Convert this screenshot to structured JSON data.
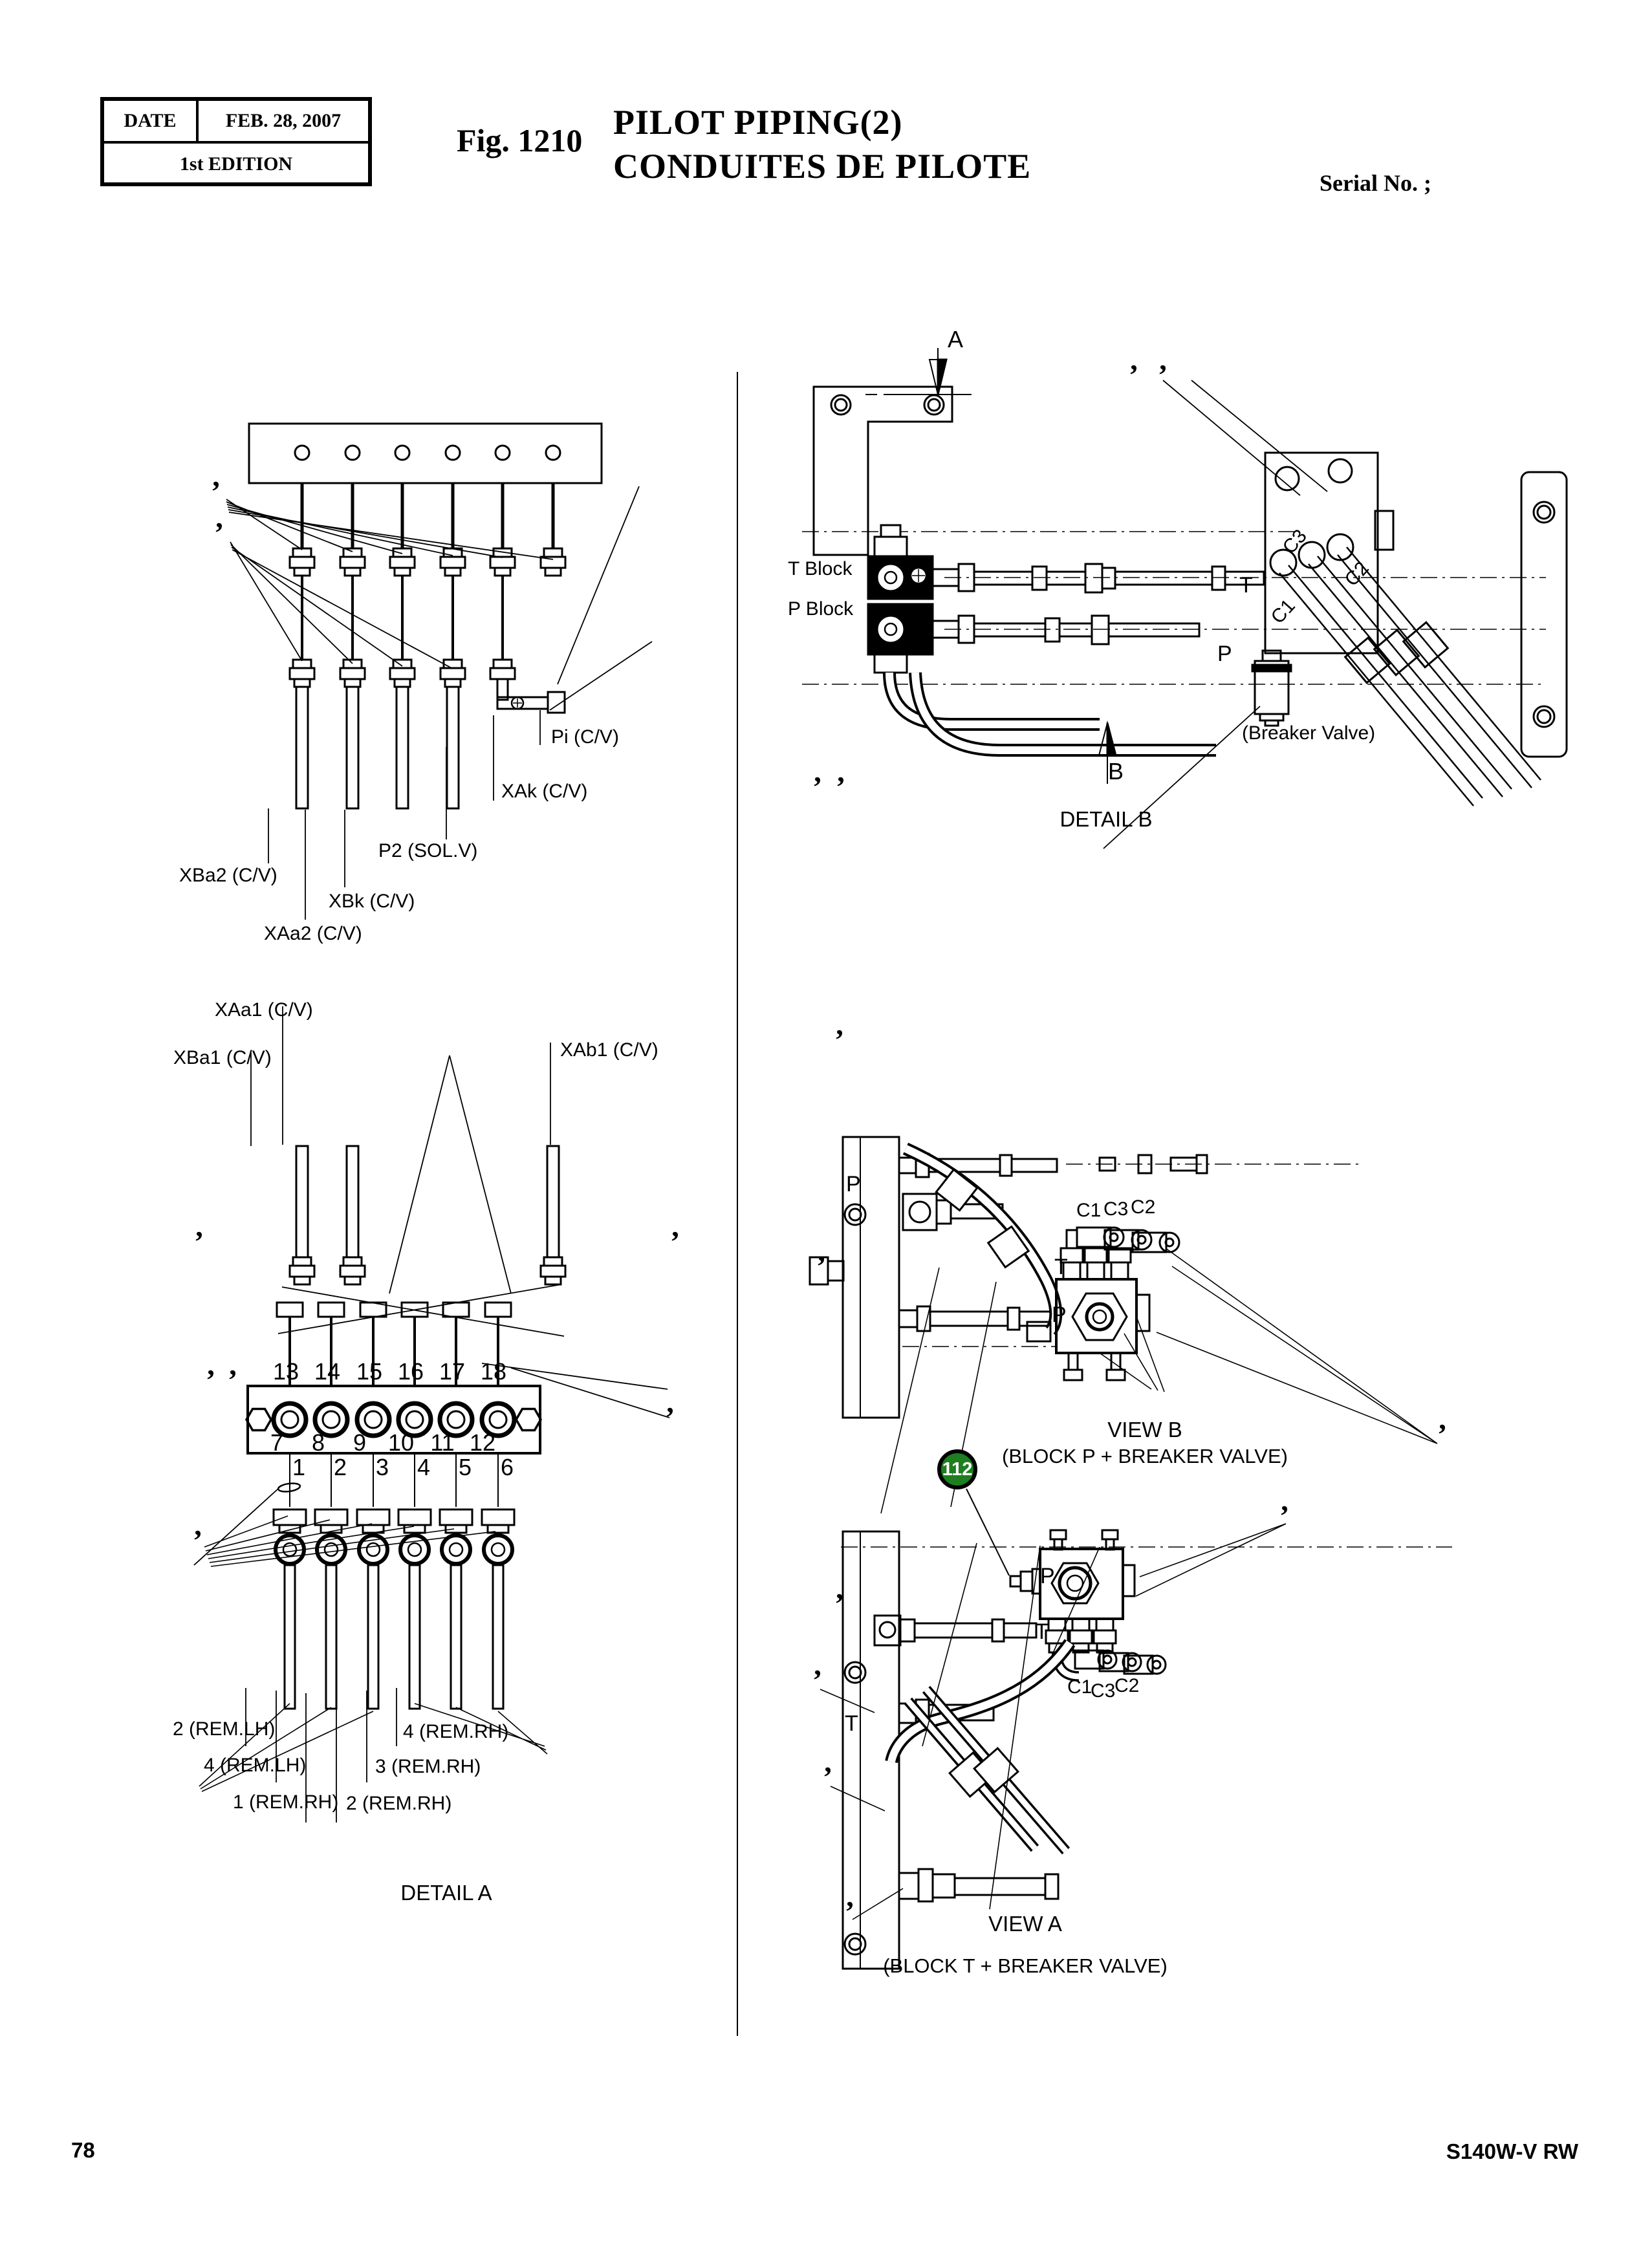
{
  "header": {
    "date_label": "DATE",
    "date_value": "FEB. 28, 2007",
    "edition": "1st EDITION",
    "figure_label": "Fig. 1210",
    "title_en": "PILOT PIPING(2)",
    "title_fr": "CONDUITES DE PILOTE",
    "serial_label": "Serial No. ;"
  },
  "detail_a": {
    "caption": "DETAIL A",
    "labels": {
      "pi": "Pi (C/V)",
      "xak": "XAk (C/V)",
      "p2": "P2 (SOL.V)",
      "xba2": "XBa2 (C/V)",
      "xbk": "XBk (C/V)",
      "xaa2": "XAa2 (C/V)",
      "xaa1": "XAa1 (C/V)",
      "xba1": "XBa1 (C/V)",
      "xab1": "XAb1 (C/V)"
    },
    "numbers_top": [
      "13",
      "14",
      "15",
      "16",
      "17",
      "18"
    ],
    "numbers_middle": [
      "7",
      "8",
      "9",
      "10",
      "11",
      "12"
    ],
    "numbers_bottom": [
      "1",
      "2",
      "3",
      "4",
      "5",
      "6"
    ],
    "rem_labels": [
      "2 (REM.LH)",
      "4 (REM.LH)",
      "1 (REM.RH)",
      "4 (REM.RH)",
      "3 (REM.RH)",
      "2 (REM.RH)"
    ]
  },
  "detail_b": {
    "caption": "DETAIL B",
    "section_a": "A",
    "section_b": "B",
    "t_block": "T Block",
    "p_block": "P Block",
    "breaker_valve": "(Breaker Valve)",
    "port_t": "T",
    "port_p": "P",
    "port_c1": "C1",
    "port_c2": "C2",
    "port_c3": "C3"
  },
  "view_b": {
    "caption": "VIEW B",
    "subcaption": "(BLOCK P + BREAKER VALVE)",
    "balloon": "112",
    "port_p_pipe": "P",
    "port_c1": "C1",
    "port_c3": "C3",
    "port_c2": "C2",
    "port_t": "T",
    "port_p": "P"
  },
  "view_a": {
    "caption": "VIEW A",
    "subcaption": "(BLOCK T + BREAKER VALVE)",
    "port_p": "P",
    "port_t": "T",
    "port_c1": "C1",
    "port_c3": "C3",
    "port_c2": "C2",
    "port_t_left": "T"
  },
  "marks": {
    "glyph": "’"
  },
  "page": {
    "number": "78",
    "model_code": "S140W-V RW"
  },
  "colors": {
    "ink": "#000000",
    "balloon_green": "#1e7e20",
    "paper": "#ffffff"
  }
}
